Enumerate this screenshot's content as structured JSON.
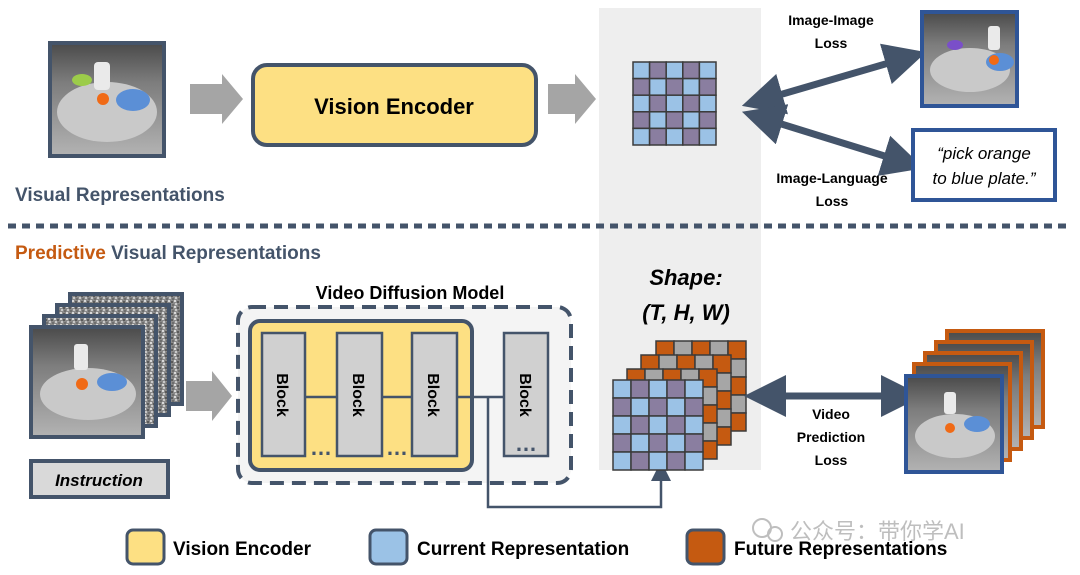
{
  "top": {
    "section_label": "Visual Representations",
    "encoder_label": "Vision Encoder",
    "image_image_loss": [
      "Image-Image",
      "Loss"
    ],
    "image_language_loss": [
      "Image-Language",
      "Loss"
    ],
    "caption": [
      "“pick orange",
      "to blue plate.”"
    ]
  },
  "bottom": {
    "section_label_accent": "Predictive",
    "section_label_rest": " Visual Representations",
    "model_title": "Video Diffusion Model",
    "block_label": "Block",
    "ellipsis": "…",
    "instruction_label": "Instruction",
    "shape_label": [
      "Shape:",
      "(T, H, W)"
    ],
    "video_loss": [
      "Video",
      "Prediction",
      "Loss"
    ]
  },
  "legend": [
    {
      "label": "Vision Encoder",
      "color": "#fde083"
    },
    {
      "label": "Current Representation",
      "color": "#9bc2e6"
    },
    {
      "label": "Future Representations",
      "color": "#c55a11"
    }
  ],
  "watermark": "公众号：带你学AI",
  "colors": {
    "navy": "#44546a",
    "frame_blue": "#2f5597",
    "encoder_fill": "#fde083",
    "current": "#9bc2e6",
    "grid_purple": "#8a7ea0",
    "future": "#c55a11",
    "gray_block": "#d0d0d0",
    "arrow_gray": "#a5a5a5",
    "predictive_orange": "#c55a11"
  }
}
